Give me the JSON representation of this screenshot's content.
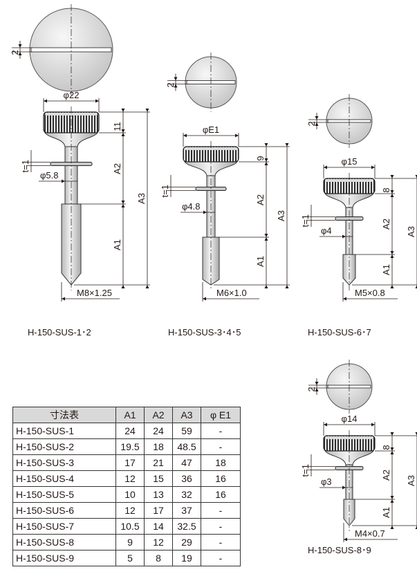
{
  "parts": [
    {
      "model": "H-150-SUS-1･2",
      "diameter": "φ22",
      "shaft_diameter": "φ5.8",
      "thread": "M8×1.25",
      "slot": "2",
      "head_height": "11",
      "washer": "t=1",
      "a1": "A1",
      "a2": "A2",
      "a3": "A3"
    },
    {
      "model": "H-150-SUS-3･4･5",
      "diameter": "φE1",
      "shaft_diameter": "φ4.8",
      "thread": "M6×1.0",
      "slot": "2",
      "head_height": "9",
      "washer": "t=1",
      "a1": "A1",
      "a2": "A2",
      "a3": "A3"
    },
    {
      "model": "H-150-SUS-6･7",
      "diameter": "φ15",
      "shaft_diameter": "φ4",
      "thread": "M5×0.8",
      "slot": "2",
      "head_height": "8",
      "washer": "t=1",
      "a1": "A1",
      "a2": "A2",
      "a3": "A3"
    },
    {
      "model": "H-150-SUS-8･9",
      "diameter": "φ14",
      "shaft_diameter": "φ3",
      "thread": "M4×0.7",
      "slot": "2",
      "head_height": "8",
      "washer": "t=1",
      "a1": "A1",
      "a2": "A2",
      "a3": "A3"
    }
  ],
  "table": {
    "headers": [
      "寸法表",
      "A1",
      "A2",
      "A3",
      "φ E1"
    ],
    "rows": [
      [
        "H-150-SUS-1",
        "24",
        "24",
        "59",
        "-"
      ],
      [
        "H-150-SUS-2",
        "19.5",
        "18",
        "48.5",
        "-"
      ],
      [
        "H-150-SUS-3",
        "17",
        "21",
        "47",
        "18"
      ],
      [
        "H-150-SUS-4",
        "12",
        "15",
        "36",
        "16"
      ],
      [
        "H-150-SUS-5",
        "10",
        "13",
        "32",
        "16"
      ],
      [
        "H-150-SUS-6",
        "12",
        "17",
        "37",
        "-"
      ],
      [
        "H-150-SUS-7",
        "10.5",
        "14",
        "32.5",
        "-"
      ],
      [
        "H-150-SUS-8",
        "9",
        "12",
        "29",
        "-"
      ],
      [
        "H-150-SUS-9",
        "5",
        "8",
        "19",
        "-"
      ]
    ]
  }
}
